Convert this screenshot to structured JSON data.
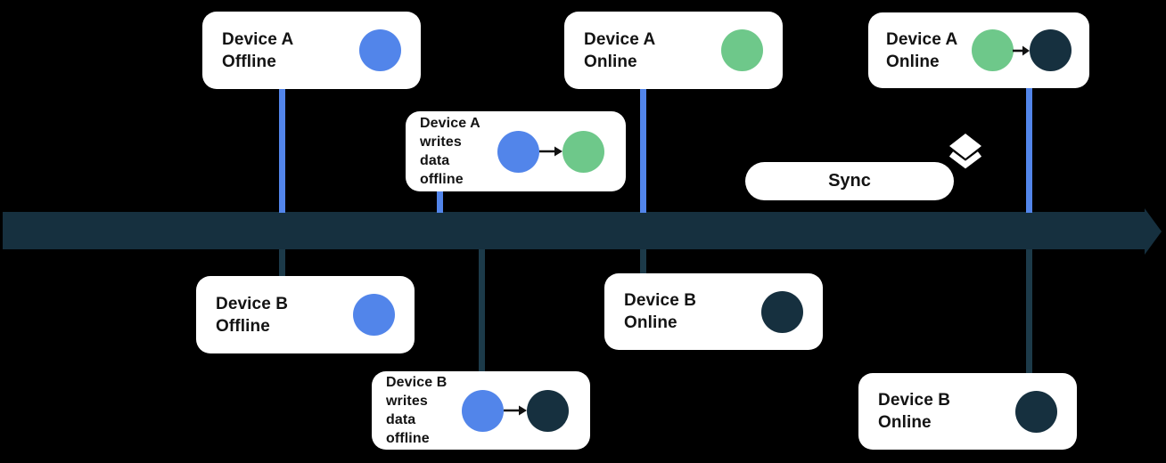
{
  "diagram": {
    "title_semantic": "device-sync-timeline",
    "background_color": "#000000",
    "timeline": {
      "direction": "left-to-right",
      "color": "#16303F"
    },
    "connector_colors": {
      "device_a": "#5285EA",
      "device_b": "#1C3A49"
    },
    "dot_colors": {
      "blue": "#5285EA",
      "green": "#6EC88A",
      "dark_navy": "#16303F"
    },
    "sync": {
      "label": "Sync",
      "icon": "layers-icon"
    },
    "cards": [
      {
        "id": "device-a-offline",
        "lines": [
          "Device A",
          "Offline"
        ],
        "dots": [
          "blue"
        ]
      },
      {
        "id": "device-a-writes-offline",
        "lines": [
          "Device A",
          "writes",
          "data",
          "offline"
        ],
        "dots": [
          "blue",
          "arrow",
          "green"
        ]
      },
      {
        "id": "device-a-online-mid",
        "lines": [
          "Device A",
          "Online"
        ],
        "dots": [
          "green"
        ]
      },
      {
        "id": "device-a-online-right",
        "lines": [
          "Device A",
          "Online"
        ],
        "dots": [
          "green",
          "arrow",
          "dark_navy"
        ]
      },
      {
        "id": "device-b-offline",
        "lines": [
          "Device B",
          "Offline"
        ],
        "dots": [
          "blue"
        ]
      },
      {
        "id": "device-b-writes-offline",
        "lines": [
          "Device B",
          "writes",
          "data",
          "offline"
        ],
        "dots": [
          "blue",
          "arrow",
          "dark_navy"
        ]
      },
      {
        "id": "device-b-online-mid",
        "lines": [
          "Device B",
          "Online"
        ],
        "dots": [
          "dark_navy"
        ]
      },
      {
        "id": "device-b-online-right",
        "lines": [
          "Device B",
          "Online"
        ],
        "dots": [
          "dark_navy"
        ]
      }
    ]
  }
}
